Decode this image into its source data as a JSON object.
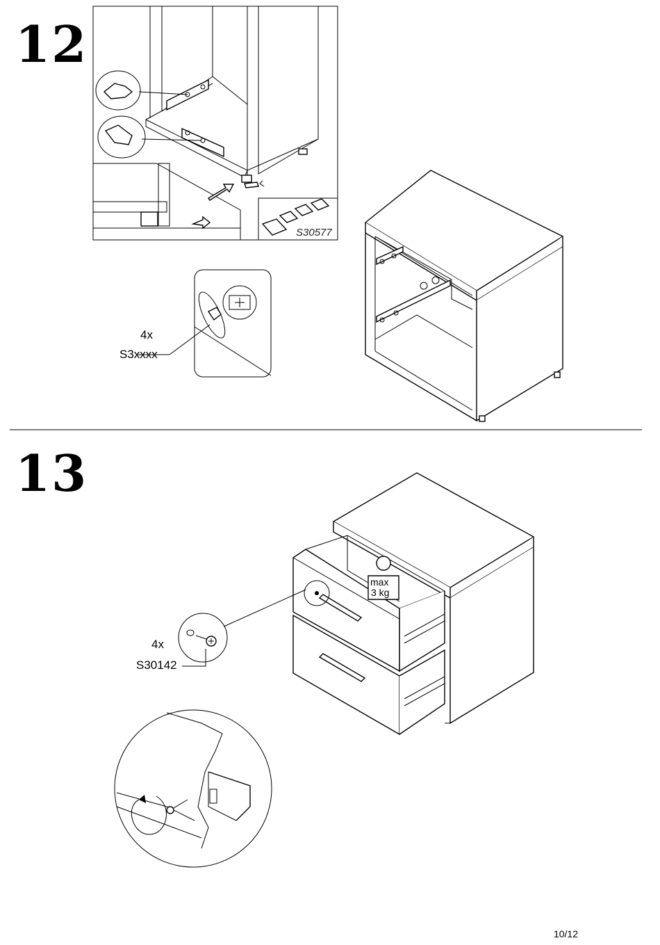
{
  "steps": [
    {
      "number": "12",
      "part_code": "S3xxxx",
      "quantity": "4x",
      "detail_code": "S30577"
    },
    {
      "number": "13",
      "part_code": "S30142",
      "quantity": "4x",
      "weight_label_line1": "max",
      "weight_label_line2": "3 kg"
    }
  ],
  "page_number": "10/12",
  "icons": [
    "cam-lock-icon",
    "screw-icon",
    "weight-icon",
    "arrow-icon",
    "rotate-arrow-icon"
  ]
}
